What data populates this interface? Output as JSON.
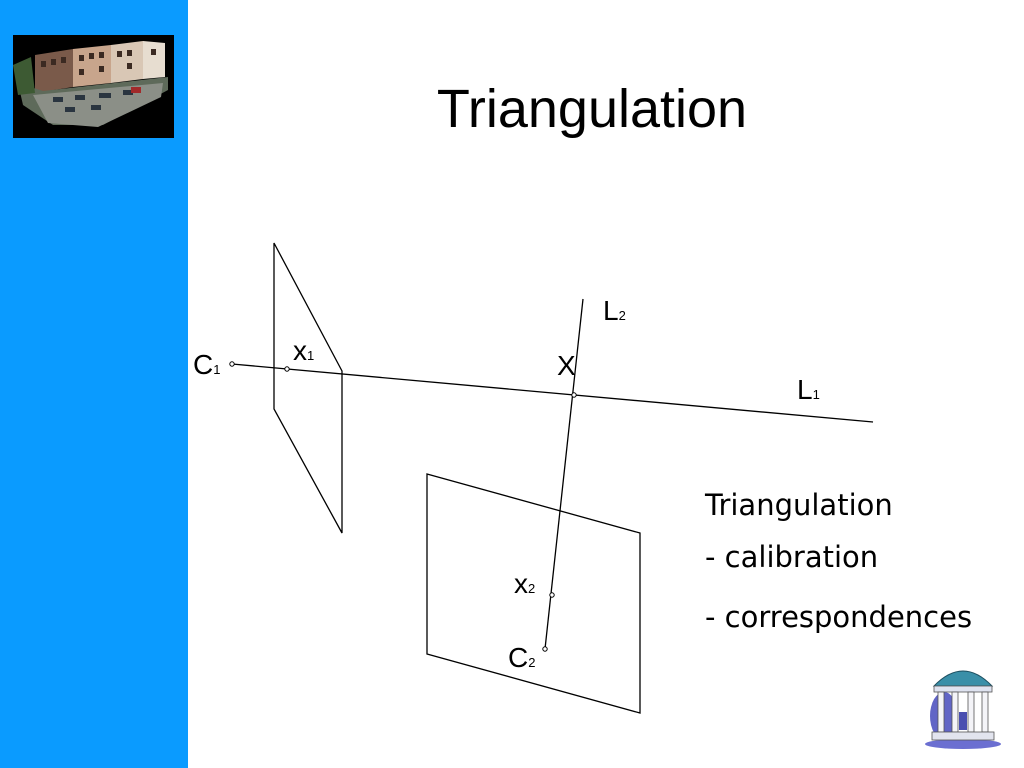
{
  "slide": {
    "title": "Triangulation"
  },
  "diagram": {
    "labels": {
      "c1": {
        "main": "C",
        "sub": "1"
      },
      "x1": {
        "main": "x",
        "sub": "1"
      },
      "big_x": {
        "main": "X"
      },
      "l1": {
        "main": "L",
        "sub": "1"
      },
      "l2": {
        "main": "L",
        "sub": "2"
      },
      "x2": {
        "main": "x",
        "sub": "2"
      },
      "c2": {
        "main": "C",
        "sub": "2"
      }
    }
  },
  "notes": {
    "heading": "Triangulation",
    "items": [
      " - calibration",
      " - correspondences"
    ]
  },
  "colors": {
    "sidebar": "#0a9bff",
    "line": "#000000"
  }
}
